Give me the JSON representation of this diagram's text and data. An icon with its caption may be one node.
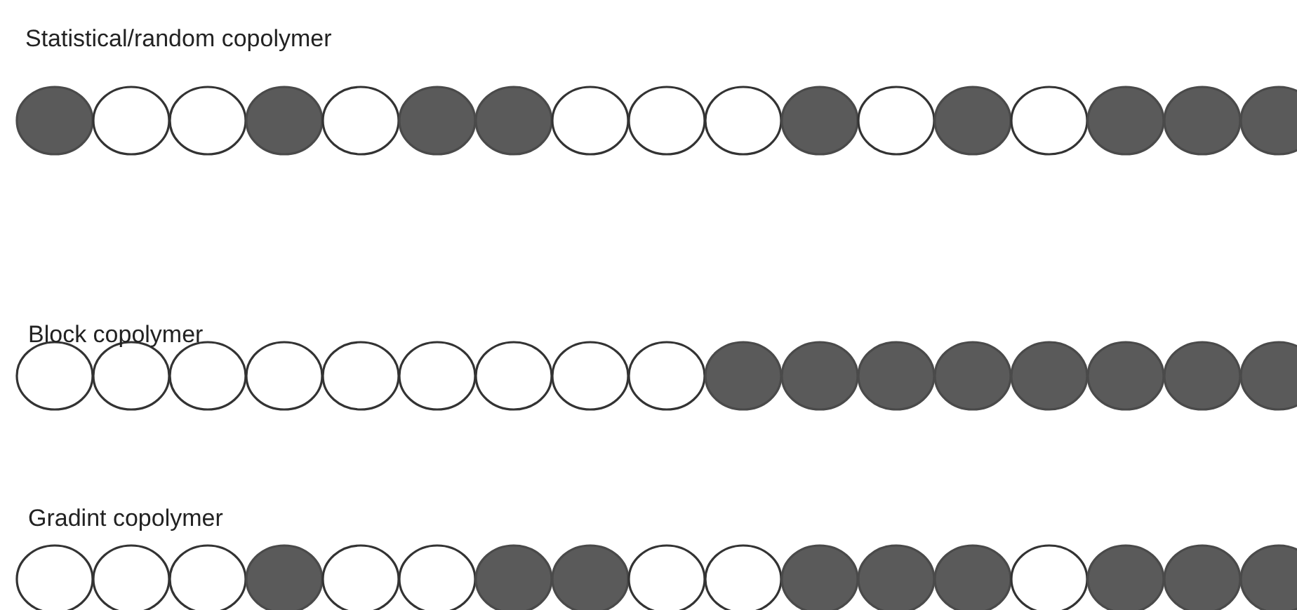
{
  "diagram": {
    "labels": [
      "Statistical/random copolymer",
      "Block copolymer",
      "Gradint copolymer"
    ]
  }
}
